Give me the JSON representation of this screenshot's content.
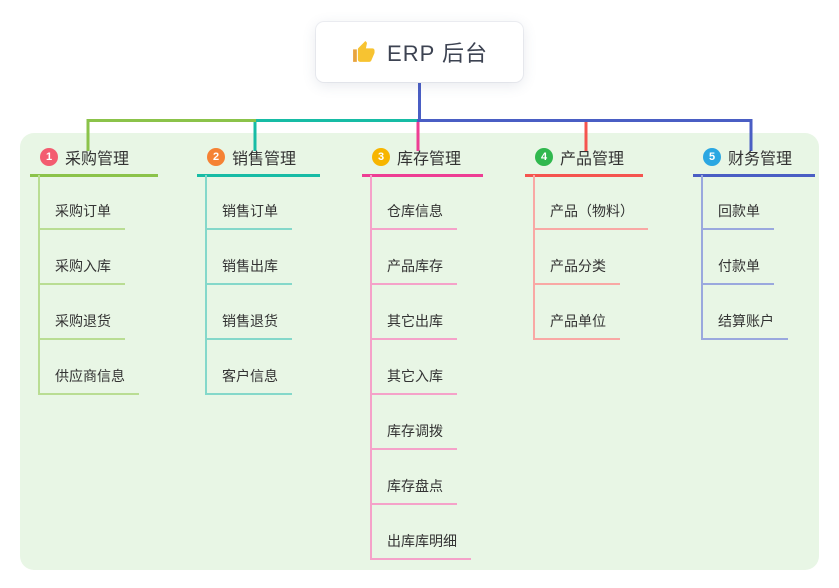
{
  "root": {
    "label": "ERP 后台",
    "icon": "thumbs-up-icon"
  },
  "branches": [
    {
      "badge": "1",
      "label": "采购管理",
      "badge_color": "#f35c70",
      "color": "#8bc34a",
      "light_color": "#b9dd93",
      "children": [
        "采购订单",
        "采购入库",
        "采购退货",
        "供应商信息"
      ]
    },
    {
      "badge": "2",
      "label": "销售管理",
      "badge_color": "#f58234",
      "color": "#17bca5",
      "light_color": "#84d8ca",
      "children": [
        "销售订单",
        "销售出库",
        "销售退货",
        "客户信息"
      ]
    },
    {
      "badge": "3",
      "label": "库存管理",
      "badge_color": "#f7b500",
      "color": "#ee3e94",
      "light_color": "#f5a2c9",
      "children": [
        "仓库信息",
        "产品库存",
        "其它出库",
        "其它入库",
        "库存调拨",
        "库存盘点",
        "出库库明细"
      ]
    },
    {
      "badge": "4",
      "label": "产品管理",
      "badge_color": "#30b84e",
      "color": "#f5544f",
      "light_color": "#f9a8a4",
      "children": [
        "产品（物料）",
        "产品分类",
        "产品单位"
      ]
    },
    {
      "badge": "5",
      "label": "财务管理",
      "badge_color": "#2aa7e2",
      "color": "#4a5ec4",
      "light_color": "#9aa8de",
      "children": [
        "回款单",
        "付款单",
        "结算账户"
      ]
    }
  ],
  "colors": {
    "panel_bg": "#e8f6e5",
    "root_line": "#4a5ec4",
    "canvas_bg": "#ffffff",
    "text": "#333333",
    "root_text": "#3d4352"
  }
}
